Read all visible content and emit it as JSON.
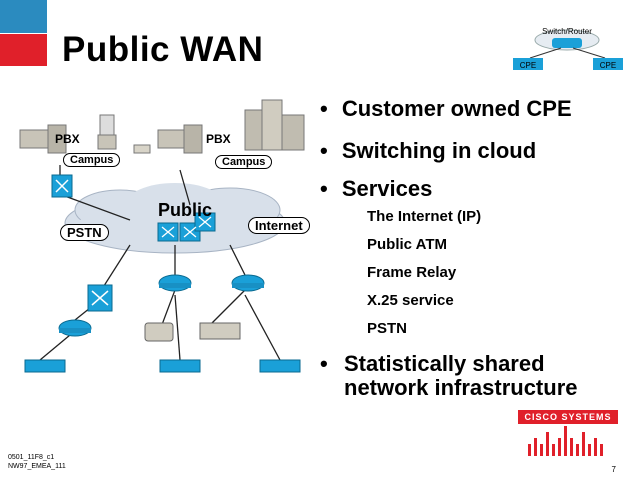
{
  "slide": {
    "title": "Public WAN",
    "bullets": [
      {
        "text": "Customer owned CPE"
      },
      {
        "text": "Switching in cloud"
      },
      {
        "text": "Services"
      },
      {
        "text": "Statistically shared network infrastructure"
      }
    ],
    "services": [
      "The Internet (IP)",
      "Public ATM",
      "Frame Relay",
      "X.25 service",
      "PSTN"
    ],
    "footer_line1": "0501_11F8_c1",
    "footer_line2": "NW97_EMEA_111",
    "page_number": "7",
    "logo_text": "CISCO SYSTEMS",
    "colors": {
      "accent_blue": "#2b8bbf",
      "accent_red": "#e0202a",
      "cloud": "#d8e0ea",
      "device_blue": "#1aa0d8"
    }
  },
  "diagram": {
    "pbx_label": "PBX",
    "campus_label": "Campus",
    "public_label": "Public",
    "pstn_label": "PSTN",
    "internet_label": "Internet",
    "switch_router_label": "Switch/Router",
    "cpe_label": "CPE"
  }
}
